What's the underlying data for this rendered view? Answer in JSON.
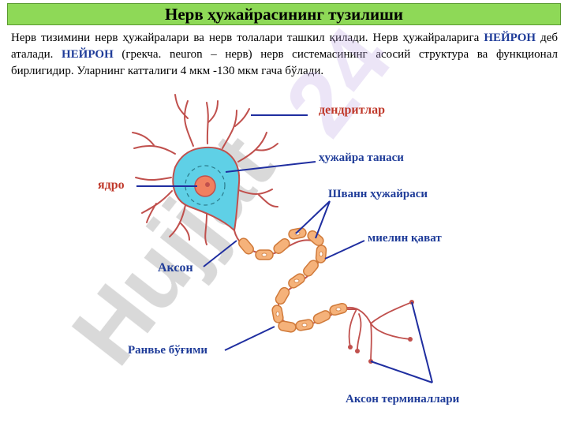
{
  "title": "Нерв ҳужайрасининг тузилиши",
  "intro": {
    "part1": "Нерв тизимини нерв ҳужайралари ва нерв толалари ташкил қилади. Нерв ҳужайраларига ",
    "term1": "НЕЙРОН",
    "part2": " деб аталади. ",
    "term2": "НЕЙРОН",
    "part3": " (грекча. neuron – нерв) нерв системасининг асосий структура ва функционал бирлигидир.  Уларнинг катталиги 4 мкм -130 мкм гача бўлади."
  },
  "labels": {
    "dendrites": "дендритлар",
    "cell_body": "ҳужайра танаси",
    "nucleus": "ядро",
    "schwann_cell": "Шванн ҳужайраси",
    "myelin": "миелин қават",
    "axon": "Аксон",
    "ranvier": "Ранвье бўғими",
    "terminals": "Аксон терминаллари"
  },
  "watermark": "Hujjat 24",
  "colors": {
    "title_bg": "#8ed957",
    "term": "#1f3c99",
    "label_red": "#c0392b",
    "label_blue": "#1f3c99",
    "soma": "#5fd0e6",
    "nucleus": "#f08060",
    "dendrite": "#c0504d",
    "myelin": "#f5b27a"
  }
}
